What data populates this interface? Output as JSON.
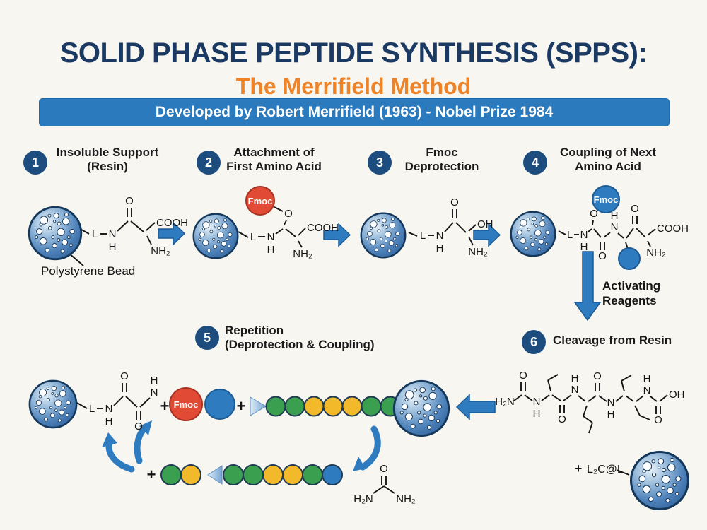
{
  "title": "SOLID PHASE PEPTIDE SYNTHESIS (SPPS):",
  "subtitle": "The Merrifield Method",
  "banner": "Developed by Robert Merrifield (1963) - Nobel Prize 1984",
  "steps": [
    {
      "num": "1",
      "line1": "Insoluble Support",
      "line2": "(Resin)"
    },
    {
      "num": "2",
      "line1": "Attachment of",
      "line2": "First Amino Acid"
    },
    {
      "num": "3",
      "line1": "Fmoc",
      "line2": "Deprotection"
    },
    {
      "num": "4",
      "line1": "Coupling of Next",
      "line2": "Amino Acid"
    },
    {
      "num": "5",
      "line1": "Repetition",
      "line2": "(Deprotection & Coupling)"
    },
    {
      "num": "6",
      "line1": "Cleavage from Resin",
      "line2": ""
    }
  ],
  "labels": {
    "polystyrene_bead": "Polystyrene Bead",
    "activating_line1": "Activating",
    "activating_line2": "Reagents",
    "fmoc": "Fmoc",
    "plus": "+",
    "linker_fragment": "L₂C@L"
  },
  "chem": {
    "L": "L",
    "N": "N",
    "H": "H",
    "O": "O",
    "OH": "OH",
    "COOH": "COOH",
    "NH2": "NH₂",
    "H2N": "H₂N"
  },
  "chains": {
    "assembled": [
      "green",
      "green",
      "yellow",
      "yellow",
      "yellow",
      "green",
      "green"
    ],
    "released": [
      "green",
      "yellow"
    ],
    "cleaved": [
      "green",
      "green",
      "yellow",
      "yellow",
      "green",
      "blue"
    ]
  },
  "colors": {
    "title": "#1b3a63",
    "navy": "#1d4d7f",
    "orange": "#ee8327",
    "banner": "#2b7abe",
    "arrow": "#2e7cbf",
    "arrowdark": "#1c5a94",
    "red": "#e14b35",
    "blue": "#2e7cbf",
    "green": "#3aa04f",
    "yellow": "#f2b92a",
    "bead": "#4679b3"
  }
}
